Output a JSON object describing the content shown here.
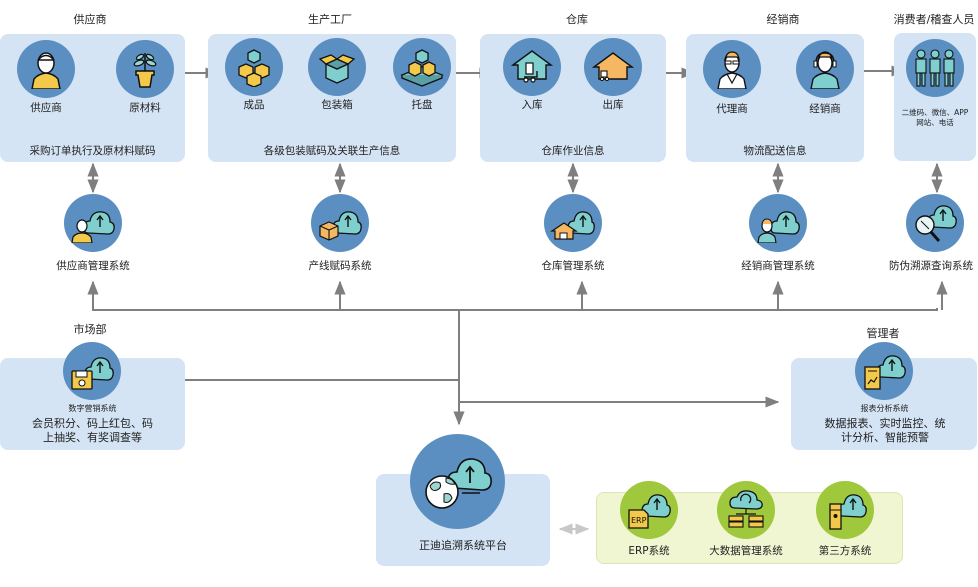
{
  "title": "正迪追溯系统平台",
  "colors": {
    "panel_blue": "#d4e4f4",
    "panel_green": "#f0f5d2",
    "circle_blue": "#5b8fc1",
    "circle_green": "#9fc83c",
    "connector": "#7f7f7f"
  },
  "top_groups": [
    {
      "title": "供应商",
      "items": [
        {
          "label": "供应商",
          "icon": "supplier-person-icon"
        },
        {
          "label": "原材料",
          "icon": "potted-plant-icon"
        }
      ],
      "caption": "采购订单执行及原材料赋码"
    },
    {
      "title": "生产工厂",
      "items": [
        {
          "label": "成品",
          "icon": "stacked-boxes-icon"
        },
        {
          "label": "包装箱",
          "icon": "open-box-icon"
        },
        {
          "label": "托盘",
          "icon": "pallet-icon"
        }
      ],
      "caption": "各级包装赋码及关联生产信息"
    },
    {
      "title": "仓库",
      "items": [
        {
          "label": "入库",
          "icon": "warehouse-inbound-icon"
        },
        {
          "label": "出库",
          "icon": "warehouse-outbound-icon"
        }
      ],
      "caption": "仓库作业信息"
    },
    {
      "title": "经销商",
      "items": [
        {
          "label": "代理商",
          "icon": "agent-person-icon"
        },
        {
          "label": "经销商",
          "icon": "dealer-headset-icon"
        }
      ],
      "caption": "物流配送信息"
    },
    {
      "title": "消费者/稽查人员",
      "items": [
        {
          "label": "",
          "icon": "three-people-icon"
        }
      ],
      "caption_lines": [
        "二维码、微信、APP",
        "网站、电话"
      ]
    }
  ],
  "systems": [
    {
      "label": "供应商管理系统",
      "icon": "supplier-cloud-icon"
    },
    {
      "label": "产线赋码系统",
      "icon": "box-cloud-icon"
    },
    {
      "label": "仓库管理系统",
      "icon": "warehouse-cloud-icon"
    },
    {
      "label": "经销商管理系统",
      "icon": "dealer-cloud-icon"
    },
    {
      "label": "防伪溯源查询系统",
      "icon": "magnifier-cloud-icon"
    }
  ],
  "market": {
    "title": "市场部",
    "system_label": "数字营销系统",
    "desc_lines": [
      "会员积分、码上红包、码",
      "上抽奖、有奖调查等"
    ]
  },
  "manager": {
    "title": "管理者",
    "system_label": "报表分析系统",
    "desc_lines": [
      "数据报表、实时监控、统",
      "计分析、智能预警"
    ]
  },
  "platform": {
    "label": "正迪追溯系统平台"
  },
  "external": [
    {
      "label": "ERP系统",
      "icon": "erp-cloud-icon",
      "badge": "ERP"
    },
    {
      "label": "大数据管理系统",
      "icon": "bigdata-servers-icon"
    },
    {
      "label": "第三方系统",
      "icon": "thirdparty-server-icon"
    }
  ]
}
